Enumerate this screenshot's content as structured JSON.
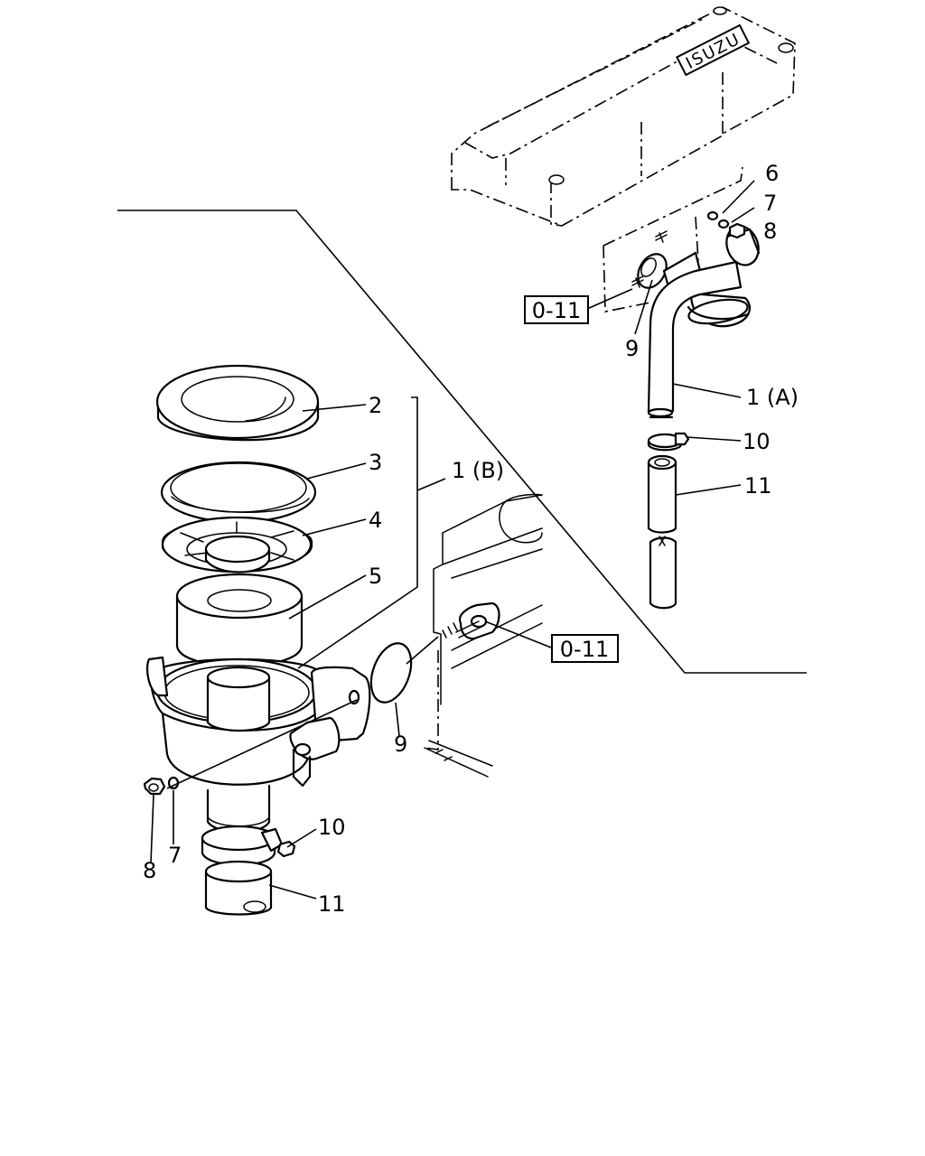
{
  "brand_plate": "ISUZU",
  "callouts": {
    "c1a": "1 (A)",
    "c1b": "1 (B)",
    "c2": "2",
    "c3": "3",
    "c4": "4",
    "c5": "5",
    "c6": "6",
    "c7_top": "7",
    "c8_top": "8",
    "c9_top": "9",
    "c10_top": "10",
    "c11_top": "11",
    "c7_bot": "7",
    "c8_bot": "8",
    "c9_bot": "9",
    "c10_bot": "10",
    "c11_bot": "11"
  },
  "ref_boxes": {
    "ref_top": "0-11",
    "ref_right": "0-11"
  }
}
